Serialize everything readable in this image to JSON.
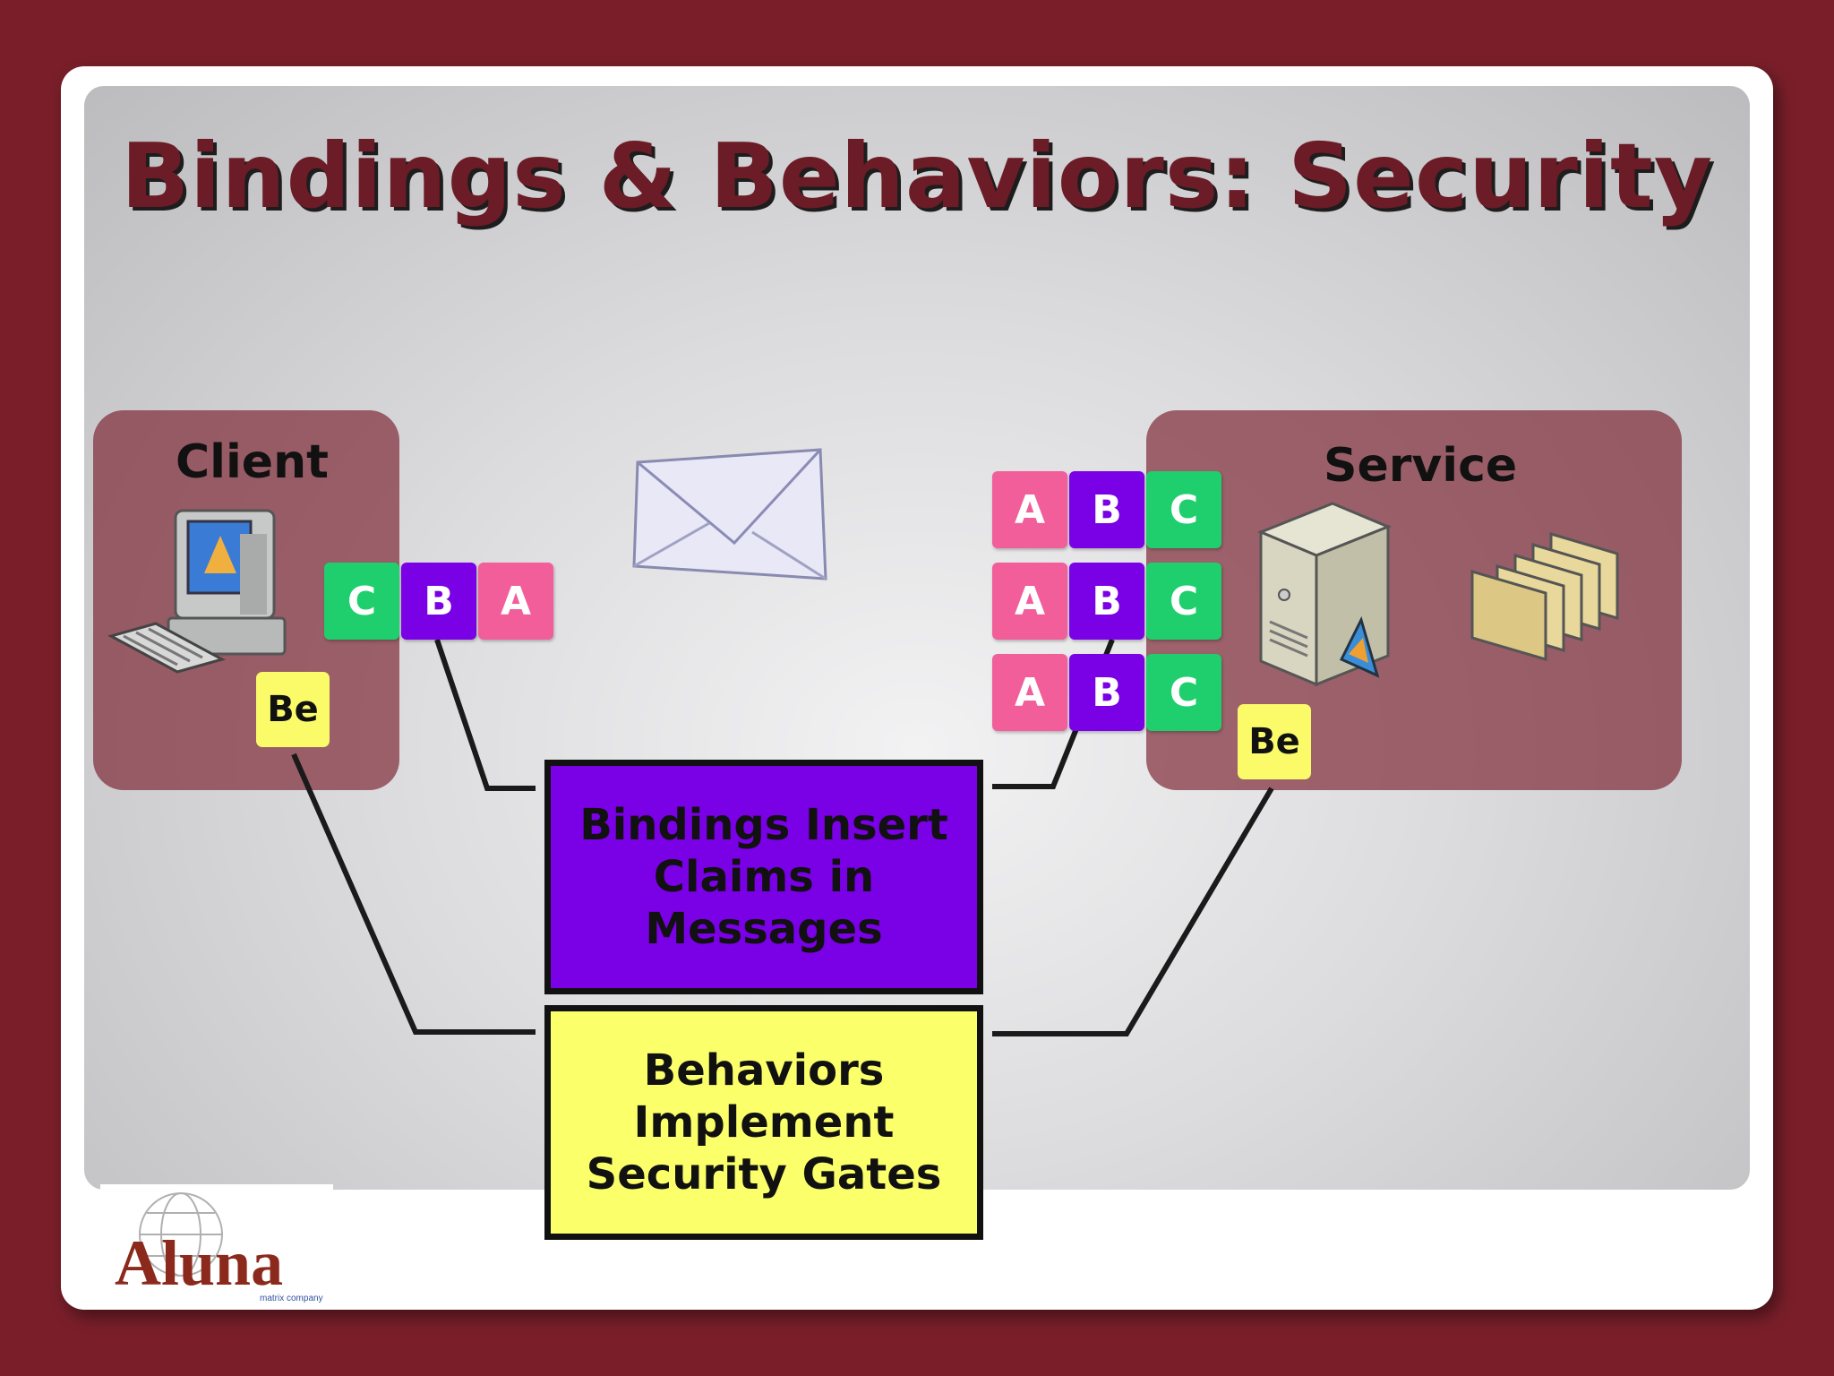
{
  "title": "Bindings & Behaviors: Security",
  "client": {
    "label": "Client",
    "tiles": [
      "C",
      "B",
      "A"
    ],
    "behavior_badge": "Be"
  },
  "service": {
    "label": "Service",
    "tile_rows": [
      [
        "A",
        "B",
        "C"
      ],
      [
        "A",
        "B",
        "C"
      ],
      [
        "A",
        "B",
        "C"
      ]
    ],
    "behavior_badge": "Be"
  },
  "bindings_box": "Bindings Insert Claims in Messages",
  "behaviors_box": "Behaviors Implement Security Gates",
  "logo": {
    "text": "Aluna",
    "subtext": "matrix company"
  },
  "icons": [
    "computer-icon",
    "envelope-icon",
    "server-icon",
    "folders-icon"
  ],
  "colors": {
    "background": "#7a1f2a",
    "binding": "#7a00e6",
    "behavior": "#fbff6a",
    "tile_a": "#f25e9a",
    "tile_b": "#7a00e6",
    "tile_c": "#1fcf6e",
    "zone": "#9a4250"
  }
}
